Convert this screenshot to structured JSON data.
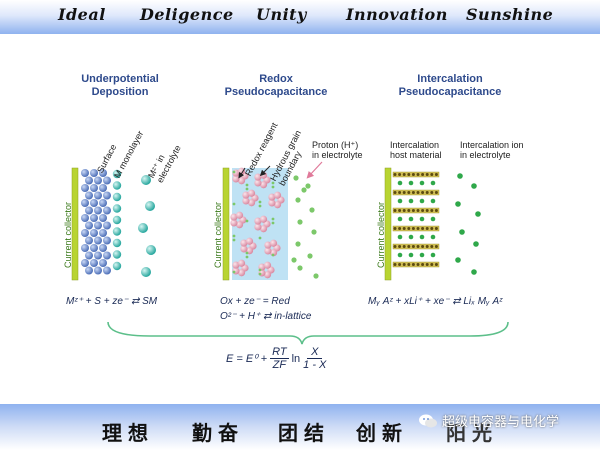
{
  "header": {
    "motto_words": [
      "Ideal",
      "Deligence",
      "Unity",
      "Innovation",
      "Sunshine"
    ]
  },
  "panels": {
    "upd": {
      "title_line1": "Underpotential",
      "title_line2": "Deposition",
      "label_surface": "Surface",
      "label_monolayer": "M monolayer",
      "label_ion_line1": "Mᶻ⁺ in",
      "label_ion_line2": "electrolyte",
      "collector": "Current collector",
      "equation": "Mᶻ⁺ + S + ze⁻ ⇄ SM"
    },
    "redox": {
      "title_line1": "Redox",
      "title_line2": "Pseudocapacitance",
      "label_reagent": "Redox reagent",
      "label_grain_line1": "Hydrous grain",
      "label_grain_line2": "boundary",
      "label_proton_line1": "Proton (H⁺)",
      "label_proton_line2": "in electrolyte",
      "collector": "Current collector",
      "equation_line1": "Ox + ze⁻ = Red",
      "equation_line2": "O²⁻ + H⁺ ⇄ in-lattice"
    },
    "intercal": {
      "title_line1": "Intercalation",
      "title_line2": "Pseudocapacitance",
      "label_host_line1": "Intercalation",
      "label_host_line2": "host material",
      "label_ion_line1": "Intercalation ion",
      "label_ion_line2": "in electrolyte",
      "collector": "Current collector",
      "equation": "Mᵧ Aᶻ + xLi⁺ + xe⁻ ⇄ Liₓ Mᵧ Aᶻ"
    }
  },
  "shared_equation": {
    "left": "E = E⁰ +",
    "frac1_num": "RT",
    "frac1_den": "ZF",
    "ln": "ln",
    "frac2_num": "X",
    "frac2_den": "1 - X"
  },
  "footer": {
    "cn_words": [
      "理想",
      "勤奋",
      "团结",
      "创新",
      "阳光"
    ],
    "watermark": "超级电容器与电化学"
  },
  "colors": {
    "title_blue": "#2e4a8c",
    "collector_green": "#b8d432",
    "metal_blue": "#5a7fc4",
    "ion_teal": "#35b8b0",
    "grain_blue": "#a9d8f0",
    "redox_pink": "#e7a6b8",
    "proton_green": "#7cc86a",
    "host_yellow": "#d4c35a",
    "li_green": "#2fa84a",
    "brace_green": "#5cbf8a"
  }
}
